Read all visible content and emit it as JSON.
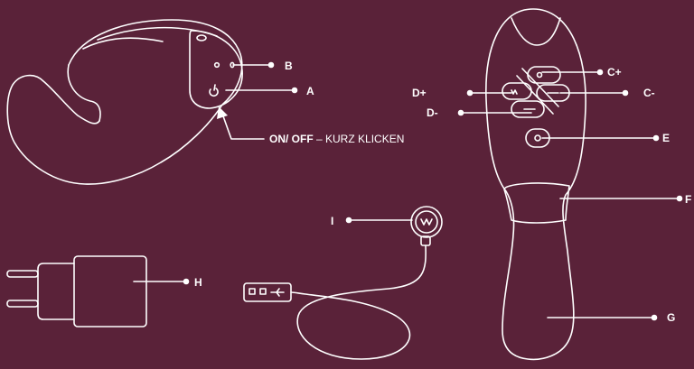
{
  "colors": {
    "background": "#5a2239",
    "line": "#ffffff"
  },
  "labels": {
    "A": "A",
    "B": "B",
    "C_plus": "C+",
    "C_minus": "C-",
    "D_plus": "D+",
    "D_minus": "D-",
    "E": "E",
    "F": "F",
    "G": "G",
    "H": "H",
    "I": "I"
  },
  "callout": {
    "strong": "ON/ OFF",
    "rest": " – KURZ KLICKEN"
  },
  "icons": [
    "power-icon",
    "plus-icon",
    "minus-icon",
    "usb-plug-icon",
    "magnetic-connector-icon",
    "wall-plug-icon"
  ]
}
